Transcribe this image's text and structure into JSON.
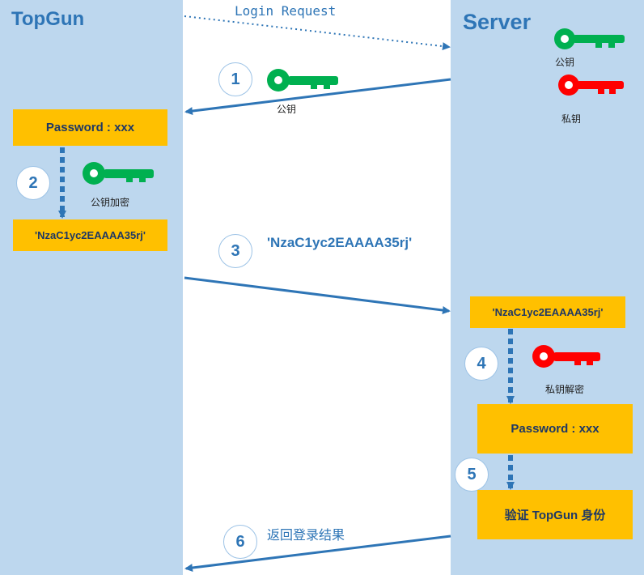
{
  "client": {
    "title": "TopGun"
  },
  "server": {
    "title": "Server",
    "public_key_label": "公钥",
    "private_key_label": "私钥"
  },
  "messages": {
    "login_request": "Login Request",
    "step1_label": "公钥",
    "password_box": "Password : xxx",
    "step2_label": "公钥加密",
    "cipher_box": "'NzaC1yc2EAAAA35rj'",
    "step3_label": "'NzaC1yc2EAAAA35rj'",
    "server_cipher_box": "'NzaC1yc2EAAAA35rj'",
    "step4_label": "私钥解密",
    "server_password_box": "Password : xxx",
    "verify_box": "验证 TopGun 身份",
    "step6_label": "返回登录结果"
  },
  "steps": [
    "1",
    "2",
    "3",
    "4",
    "5",
    "6"
  ],
  "colors": {
    "lane": "#bdd7ee",
    "box": "#ffc000",
    "arrow": "#2e75b6",
    "public_key": "#00b050",
    "private_key": "#ff0000"
  }
}
